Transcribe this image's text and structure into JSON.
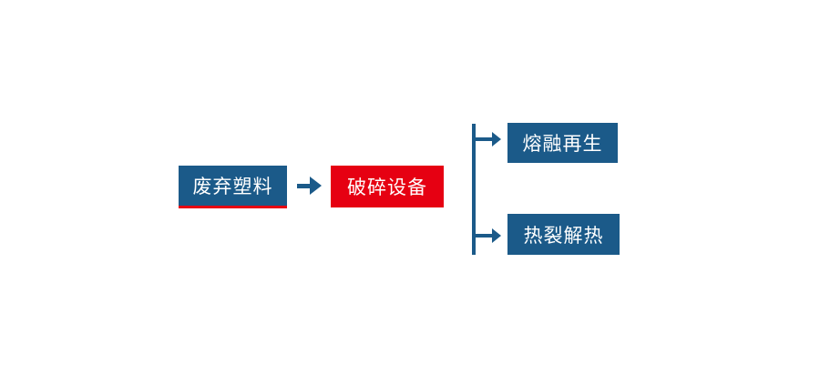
{
  "diagram_type": "flowchart",
  "colors": {
    "background": "#ffffff",
    "node_blue": "#1b5a89",
    "node_red": "#e60012",
    "arrow_blue": "#1b5a89",
    "underline_red": "#e60012",
    "label_text": "#ffffff"
  },
  "nodes": {
    "waste_plastic": {
      "label": "废弃塑料"
    },
    "crushing_equipment": {
      "label": "破碎设备"
    },
    "melt_regeneration": {
      "label": "熔融再生"
    },
    "pyrolysis_heat": {
      "label": "热裂解热"
    }
  },
  "icons": {
    "flow_arrow_icon": "→",
    "branch_arrow_icon": "→",
    "branch_connector": "vertical-line"
  }
}
